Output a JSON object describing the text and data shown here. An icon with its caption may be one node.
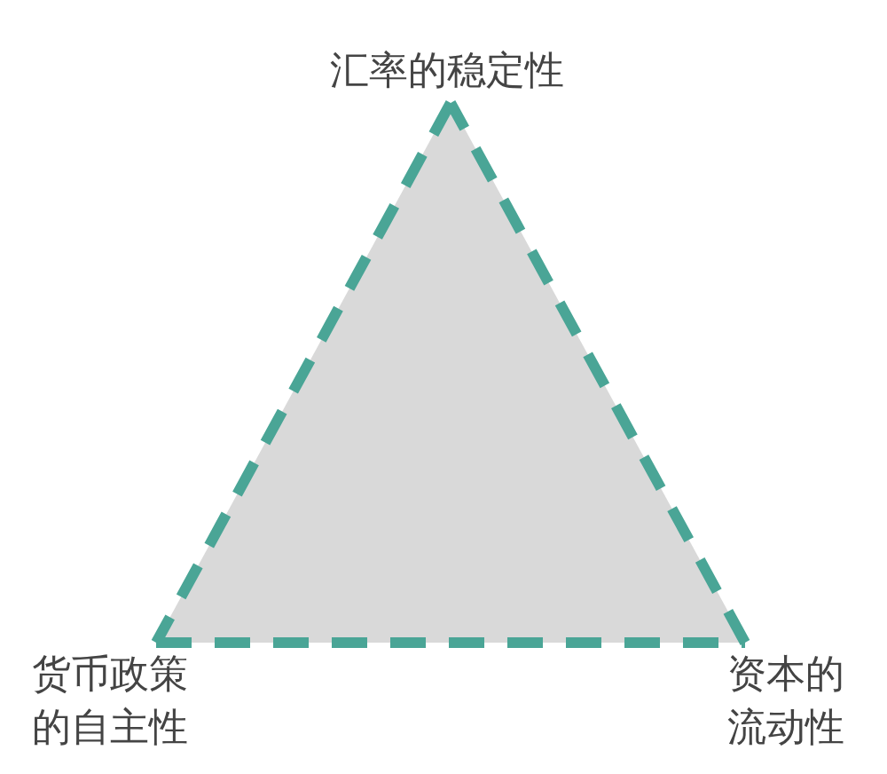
{
  "diagram": {
    "nodes": [
      {
        "text": [
          "汇率的稳定性"
        ]
      },
      {
        "text": [
          "货币政策的自主性"
        ]
      },
      {
        "text": [
          "资本的流动性"
        ]
      }
    ],
    "edges": [
      {
        "from": 0,
        "to": 1,
        "arrow": "none",
        "style": "dashed"
      },
      {
        "from": 1,
        "to": 2,
        "arrow": "none",
        "style": "dashed"
      },
      {
        "from": 2,
        "to": 0,
        "arrow": "none",
        "style": "dashed"
      }
    ]
  }
}
